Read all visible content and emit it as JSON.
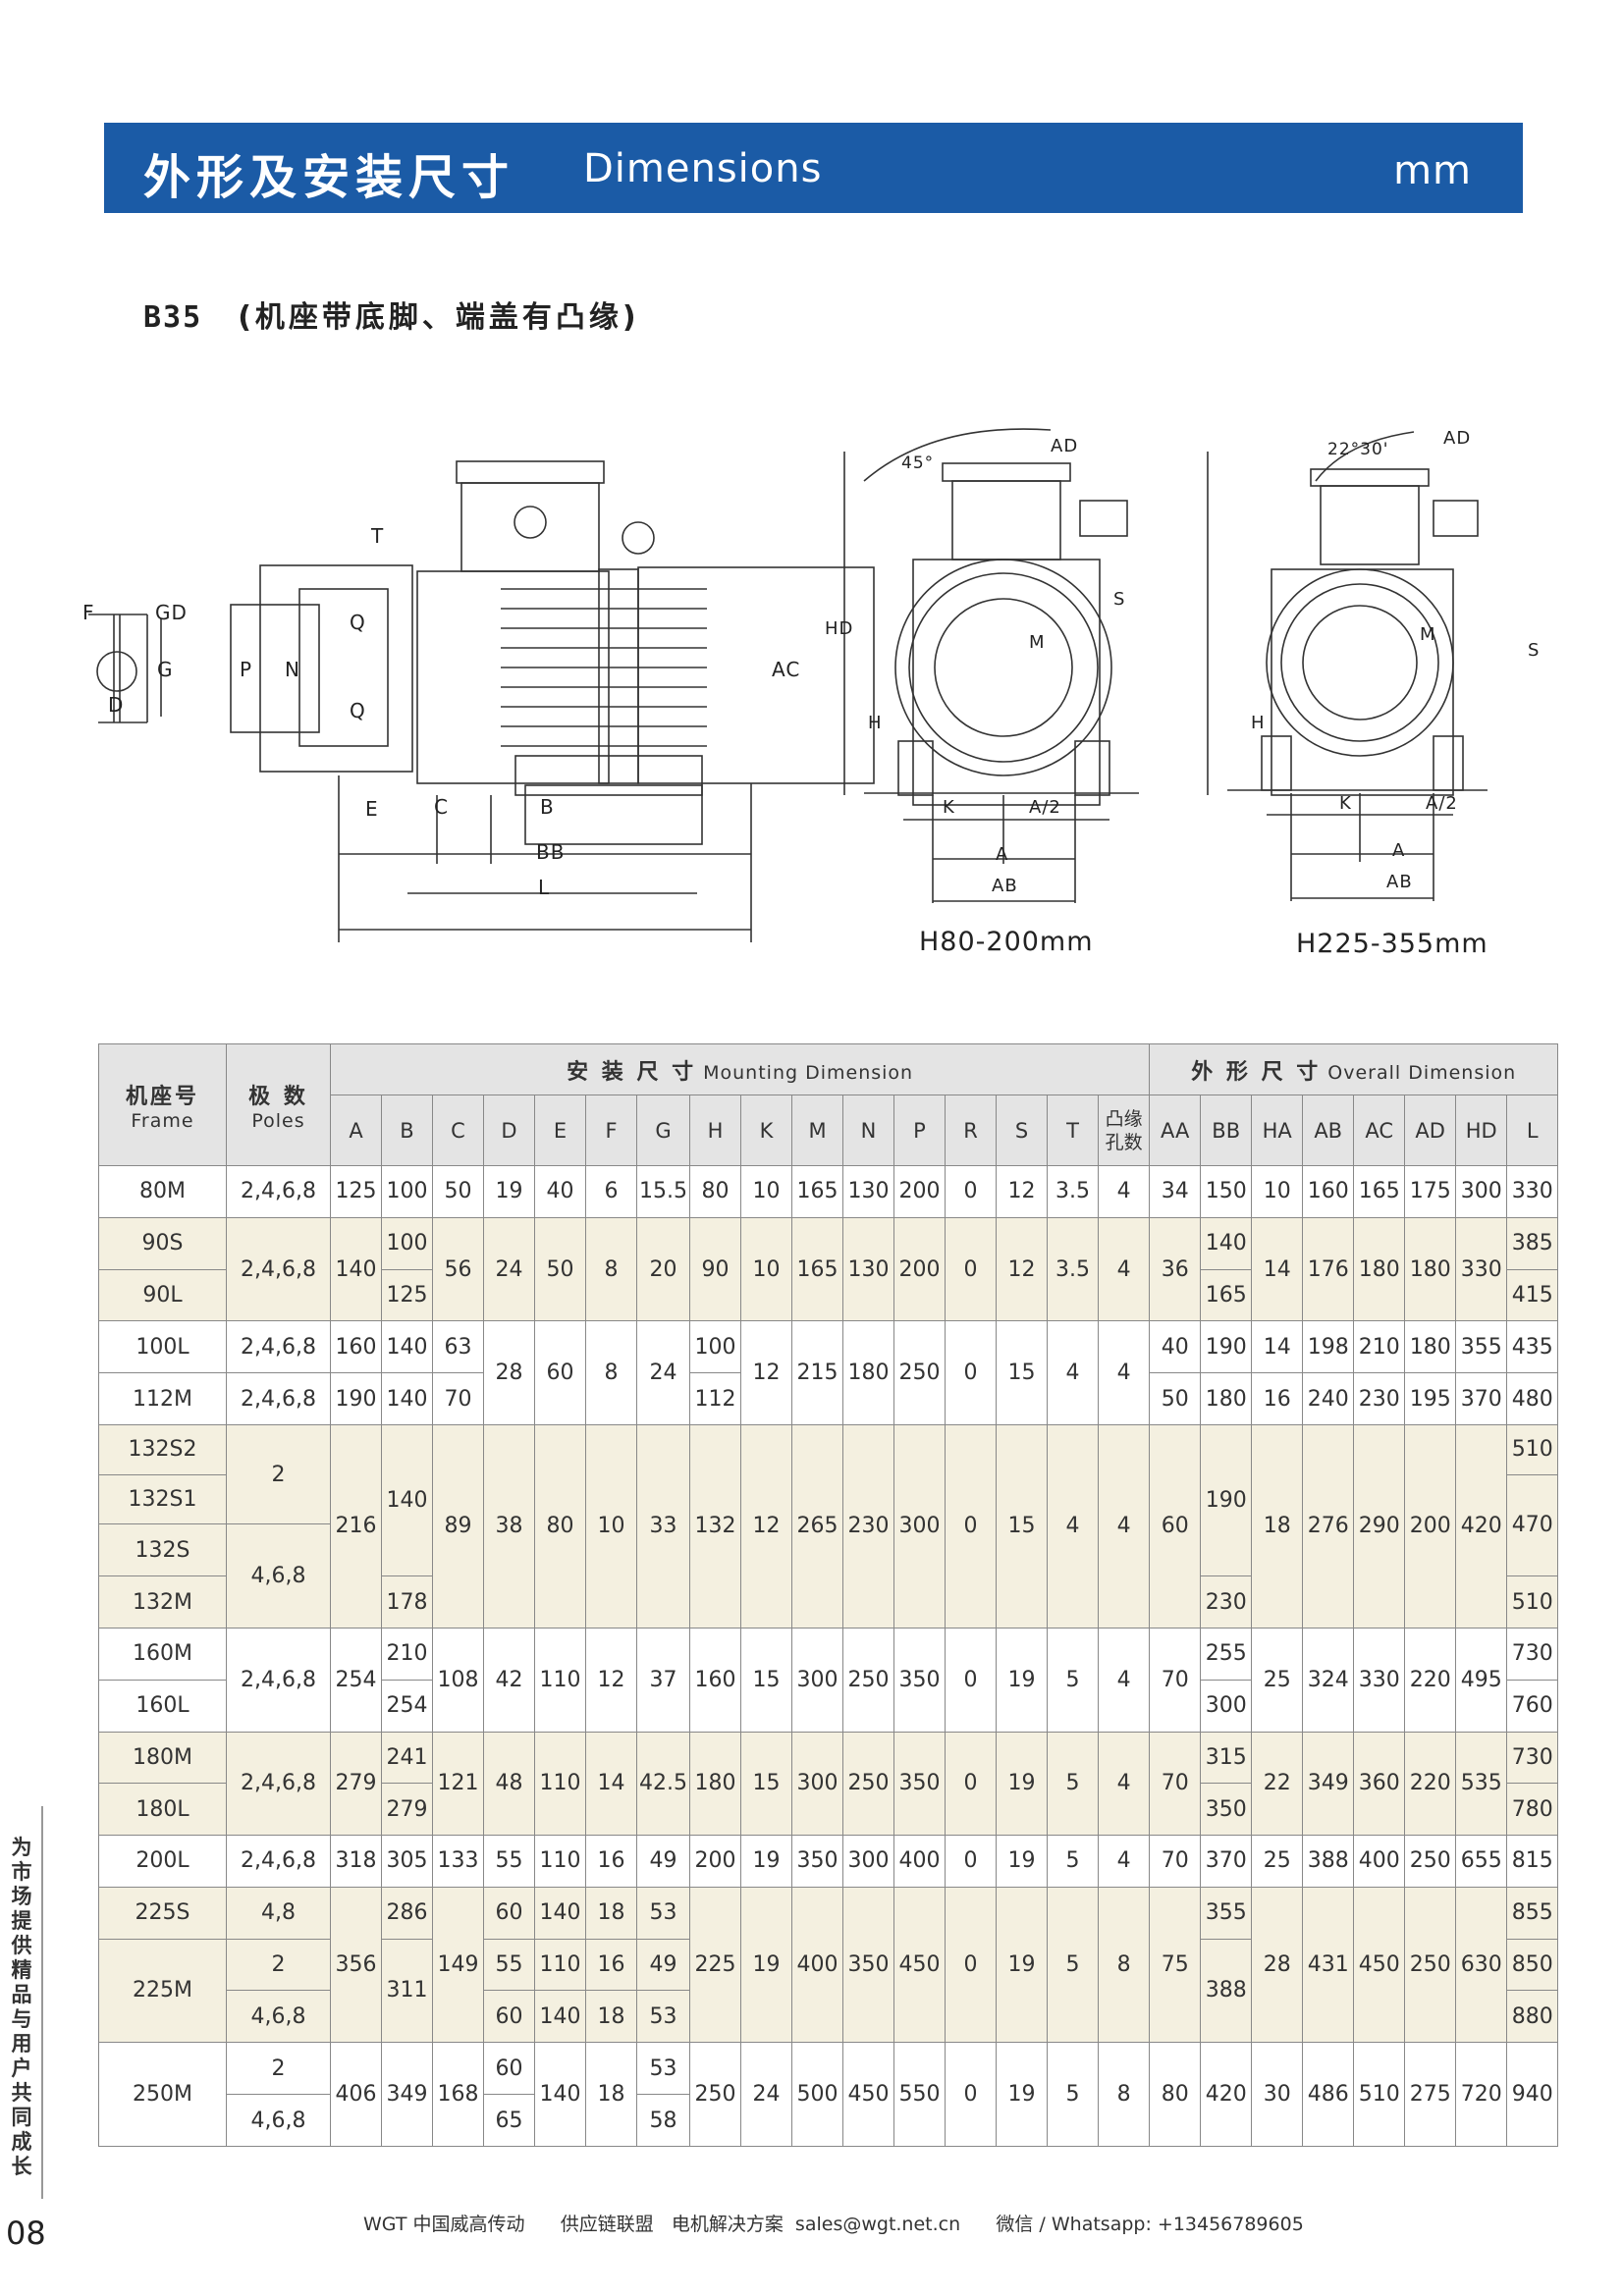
{
  "header": {
    "title_zh": "外形及安装尺寸",
    "title_en": "Dimensions",
    "unit": "mm"
  },
  "subtitle": {
    "code": "B35",
    "desc": "(机座带底脚、端盖有凸缘)"
  },
  "drawings": {
    "side_labels": [
      "F",
      "GD",
      "D",
      "G",
      "T",
      "Q",
      "Q",
      "P",
      "N",
      "AC",
      "E",
      "C",
      "B",
      "BB",
      "L"
    ],
    "front1": {
      "labels": [
        "AD",
        "45°",
        "HD",
        "S",
        "M",
        "H",
        "K",
        "A/2",
        "A",
        "AB"
      ],
      "caption": "H80-200mm"
    },
    "front2": {
      "labels": [
        "AD",
        "22°30'",
        "S",
        "M",
        "H",
        "K",
        "A/2",
        "A",
        "AB"
      ],
      "caption": "H225-355mm"
    }
  },
  "table": {
    "head": {
      "frame_zh": "机座号",
      "frame_en": "Frame",
      "poles_zh": "极 数",
      "poles_en": "Poles",
      "mount_zh": "安 装 尺 寸",
      "mount_en": "Mounting Dimension",
      "overall_zh": "外 形 尺 寸",
      "overall_en": "Overall Dimension",
      "cols": [
        "A",
        "B",
        "C",
        "D",
        "E",
        "F",
        "G",
        "H",
        "K",
        "M",
        "N",
        "P",
        "R",
        "S",
        "T"
      ],
      "flange_holes": "凸缘孔数",
      "cols2": [
        "AA",
        "BB",
        "HA",
        "AB",
        "AC",
        "AD",
        "HD",
        "L"
      ]
    },
    "rows": [
      [
        "80M",
        "2,4,6,8",
        "125",
        "100",
        "50",
        "19",
        "40",
        "6",
        "15.5",
        "80",
        "10",
        "165",
        "130",
        "200",
        "0",
        "12",
        "3.5",
        "4",
        "34",
        "150",
        "10",
        "160",
        "165",
        "175",
        "300",
        "330"
      ],
      [
        "90S",
        "2,4,6,8",
        "140",
        "100",
        "56",
        "24",
        "50",
        "8",
        "20",
        "90",
        "10",
        "165",
        "130",
        "200",
        "0",
        "12",
        "3.5",
        "4",
        "36",
        "140",
        "14",
        "176",
        "180",
        "180",
        "330",
        "385"
      ],
      [
        "90L",
        "125",
        "165",
        "415"
      ],
      [
        "100L",
        "2,4,6,8",
        "160",
        "140",
        "63",
        "28",
        "60",
        "8",
        "24",
        "100",
        "12",
        "215",
        "180",
        "250",
        "0",
        "15",
        "4",
        "4",
        "40",
        "190",
        "14",
        "198",
        "210",
        "180",
        "355",
        "435"
      ],
      [
        "112M",
        "2,4,6,8",
        "190",
        "140",
        "70",
        "112",
        "50",
        "180",
        "16",
        "240",
        "230",
        "195",
        "370",
        "480"
      ],
      [
        "132S2",
        "2",
        "216",
        "140",
        "89",
        "38",
        "80",
        "10",
        "33",
        "132",
        "12",
        "265",
        "230",
        "300",
        "0",
        "15",
        "4",
        "4",
        "60",
        "190",
        "18",
        "276",
        "290",
        "200",
        "420",
        "510"
      ],
      [
        "132S1",
        "470"
      ],
      [
        "132S",
        "4,6,8"
      ],
      [
        "132M",
        "178",
        "230",
        "510"
      ],
      [
        "160M",
        "2,4,6,8",
        "254",
        "210",
        "108",
        "42",
        "110",
        "12",
        "37",
        "160",
        "15",
        "300",
        "250",
        "350",
        "0",
        "19",
        "5",
        "4",
        "70",
        "255",
        "25",
        "324",
        "330",
        "220",
        "495",
        "730"
      ],
      [
        "160L",
        "254",
        "300",
        "760"
      ],
      [
        "180M",
        "2,4,6,8",
        "279",
        "241",
        "121",
        "48",
        "110",
        "14",
        "42.5",
        "180",
        "15",
        "300",
        "250",
        "350",
        "0",
        "19",
        "5",
        "4",
        "70",
        "315",
        "22",
        "349",
        "360",
        "220",
        "535",
        "730"
      ],
      [
        "180L",
        "279",
        "350",
        "780"
      ],
      [
        "200L",
        "2,4,6,8",
        "318",
        "305",
        "133",
        "55",
        "110",
        "16",
        "49",
        "200",
        "19",
        "350",
        "300",
        "400",
        "0",
        "19",
        "5",
        "4",
        "70",
        "370",
        "25",
        "388",
        "400",
        "250",
        "655",
        "815"
      ],
      [
        "225S",
        "4,8",
        "356",
        "286",
        "149",
        "60",
        "140",
        "18",
        "53",
        "225",
        "19",
        "400",
        "350",
        "450",
        "0",
        "19",
        "5",
        "8",
        "75",
        "355",
        "28",
        "431",
        "450",
        "250",
        "630",
        "855"
      ],
      [
        "225M",
        "2",
        "311",
        "55",
        "110",
        "16",
        "49",
        "388",
        "850"
      ],
      [
        "4,6,8",
        "60",
        "140",
        "18",
        "53",
        "880"
      ],
      [
        "250M",
        "2",
        "406",
        "349",
        "168",
        "60",
        "140",
        "18",
        "53",
        "250",
        "24",
        "500",
        "450",
        "550",
        "0",
        "19",
        "5",
        "8",
        "80",
        "420",
        "30",
        "486",
        "510",
        "275",
        "720",
        "940"
      ],
      [
        "4,6,8",
        "65",
        "58"
      ]
    ]
  },
  "sidebar": {
    "slogan": "为市场提供精品 与用户共同成长"
  },
  "page": {
    "number": "08"
  },
  "footer": {
    "brand": "WGT 中国威高传动",
    "items": "供应链联盟   电机解决方案  sales@wgt.net.cn",
    "contact": "微信 / Whatsapp: +13456789605"
  }
}
